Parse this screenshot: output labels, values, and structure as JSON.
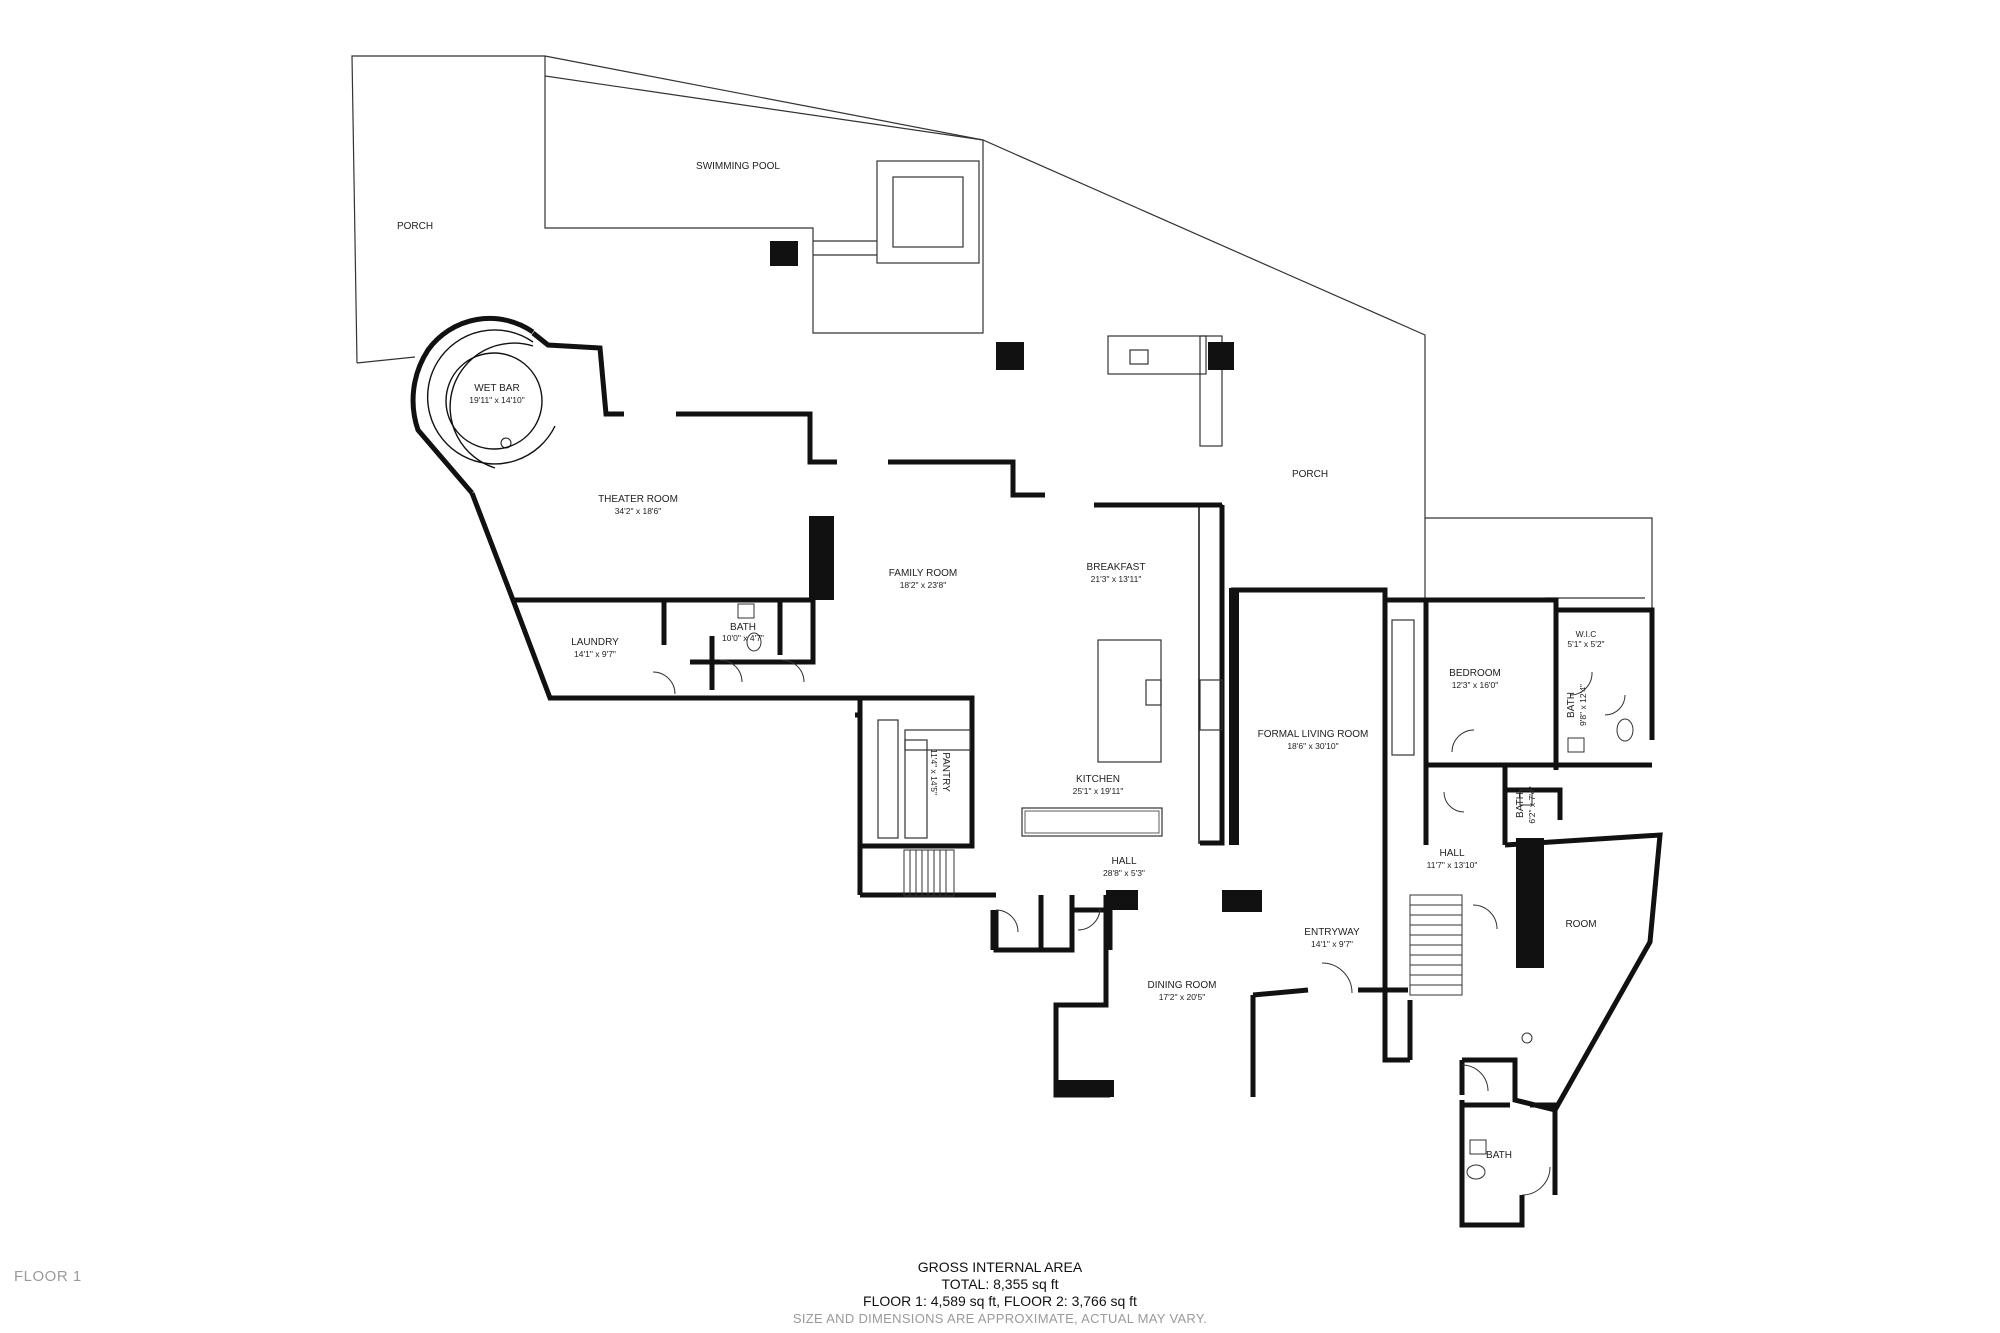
{
  "floor_label": "FLOOR 1",
  "area": {
    "heading": "GROSS INTERNAL AREA",
    "total": "TOTAL: 8,355 sq ft",
    "floors": "FLOOR 1: 4,589 sq ft, FLOOR 2: 3,766 sq ft",
    "disclaimer": "SIZE AND DIMENSIONS ARE APPROXIMATE, ACTUAL MAY VARY."
  },
  "rooms": {
    "porch_left": {
      "name": "PORCH"
    },
    "swimming_pool": {
      "name": "SWIMMING POOL"
    },
    "porch_right": {
      "name": "PORCH"
    },
    "wet_bar": {
      "name": "WET BAR",
      "dim": "19'11\" x 14'10\""
    },
    "theater": {
      "name": "THEATER ROOM",
      "dim": "34'2\" x 18'6\""
    },
    "family": {
      "name": "FAMILY ROOM",
      "dim": "18'2\" x 23'8\""
    },
    "breakfast": {
      "name": "BREAKFAST",
      "dim": "21'3\" x 13'11\""
    },
    "laundry": {
      "name": "LAUNDRY",
      "dim": "14'1\" x 9'7\""
    },
    "bath_small": {
      "name": "BATH",
      "dim": "10'0\" x 4'7\""
    },
    "pantry": {
      "name": "PANTRY",
      "dim": "11'4\" x 14'5\""
    },
    "kitchen": {
      "name": "KITCHEN",
      "dim": "25'1\" x 19'11\""
    },
    "formal_living": {
      "name": "FORMAL LIVING ROOM",
      "dim": "18'6\" x 30'10\""
    },
    "bedroom": {
      "name": "BEDROOM",
      "dim": "12'3\" x 16'0\""
    },
    "wic": {
      "name": "W.I.C",
      "dim": "5'1\" x 5'2\""
    },
    "bath_bed": {
      "name": "BATH",
      "dim": "9'8\" x 12'4\""
    },
    "bath_hall": {
      "name": "BATH",
      "dim": "6'2\" x 7'4\""
    },
    "hall_kitchen": {
      "name": "HALL",
      "dim": "28'8\" x 5'3\""
    },
    "hall_right": {
      "name": "HALL",
      "dim": "11'7\" x 13'10\""
    },
    "room": {
      "name": "ROOM"
    },
    "entryway": {
      "name": "ENTRYWAY",
      "dim": "14'1\" x 9'7\""
    },
    "dining": {
      "name": "DINING ROOM",
      "dim": "17'2\" x 20'5\""
    },
    "bath_bottom": {
      "name": "BATH"
    }
  }
}
